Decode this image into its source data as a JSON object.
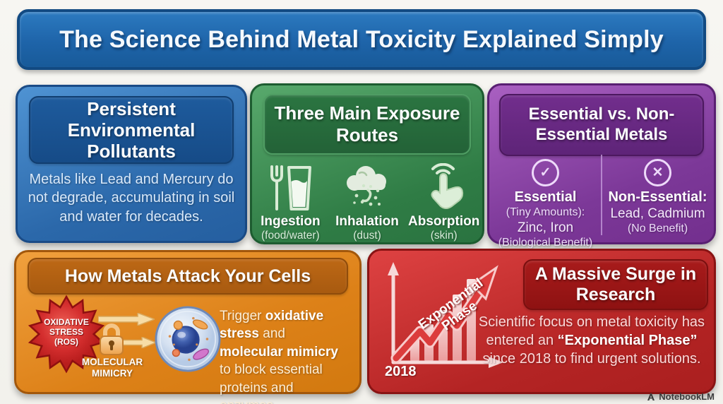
{
  "palette": {
    "banner_blue": "#1e64a9",
    "card_blue": "#2b68aa",
    "card_green": "#2f7c45",
    "card_purple": "#7c3898",
    "card_orange": "#dd8118",
    "card_red": "#b42424",
    "icon_light_green": "#d9ecd6",
    "icon_light_purple": "#eedafa"
  },
  "banner": {
    "title": "The Science Behind Metal Toxicity Explained Simply"
  },
  "cards": {
    "pollutants": {
      "title": "Persistent Environmental Pollutants",
      "body": "Metals like Lead and Mercury do not degrade, accumulating in soil and water for decades."
    },
    "exposure": {
      "title": "Three Main Exposure Routes",
      "routes": [
        {
          "icon": "fork-glass-icon",
          "label": "Ingestion",
          "sub": "(food/water)"
        },
        {
          "icon": "dust-cloud-icon",
          "label": "Inhalation",
          "sub": "(dust)"
        },
        {
          "icon": "touch-hand-icon",
          "label": "Absorption",
          "sub": "(skin)"
        }
      ]
    },
    "metals": {
      "title": "Essential vs. Non-Essential Metals",
      "essential": {
        "icon": "check-circle-icon",
        "icon_glyph": "✓",
        "heading": "Essential",
        "line1": "(Tiny Amounts):",
        "line2": "Zinc, Iron",
        "line3": "(Biological Benefit)"
      },
      "non_essential": {
        "icon": "x-circle-icon",
        "icon_glyph": "✕",
        "heading": "Non-Essential:",
        "line1": "Lead, Cadmium",
        "line2": "(No Benefit)"
      }
    },
    "attack": {
      "title": "How Metals Attack Your Cells",
      "starburst": {
        "line1": "OXIDATIVE",
        "line2": "STRESS",
        "line3": "(ROS)"
      },
      "lock_label": "MOLECULAR MIMICRY",
      "body": {
        "seg1": "Trigger ",
        "seg2": "oxidative stress",
        "seg3": " and ",
        "seg4": "molecular mimicry",
        "seg5": " to block essential proteins and enzymes."
      }
    },
    "research": {
      "title": "A Massive Surge in Research",
      "chart_label_line1": "Exponential",
      "chart_label_line2": "Phase",
      "chart_year": "2018",
      "body": {
        "seg1": "Scientific focus on metal toxicity has entered an ",
        "seg2": "“Exponential Phase”",
        "seg3": " since 2018 to find urgent solutions."
      }
    }
  },
  "footer": {
    "brand": "NotebookLM"
  }
}
